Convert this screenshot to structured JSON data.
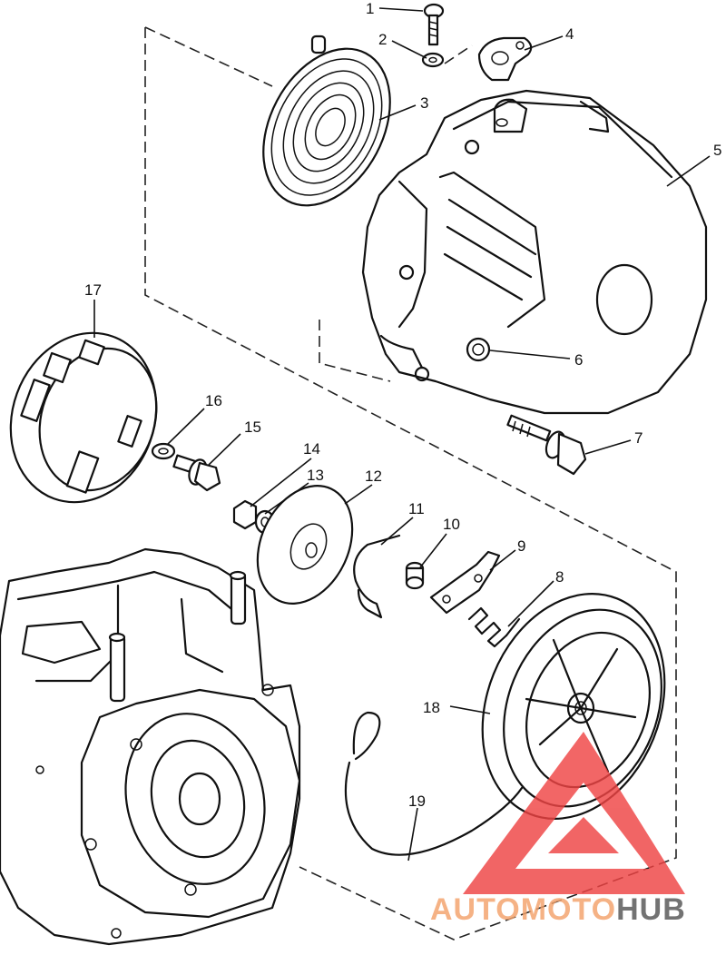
{
  "callouts": [
    "1",
    "2",
    "3",
    "4",
    "5",
    "6",
    "7",
    "8",
    "9",
    "10",
    "11",
    "12",
    "13",
    "14",
    "15",
    "16",
    "17",
    "18",
    "19"
  ],
  "watermark": {
    "part1": "AUTO",
    "part2": "MOTO",
    "part3": "HUB",
    "color_primary": "#f4a26b",
    "color_secondary": "#555555",
    "color_triangle": "#ef4444"
  }
}
